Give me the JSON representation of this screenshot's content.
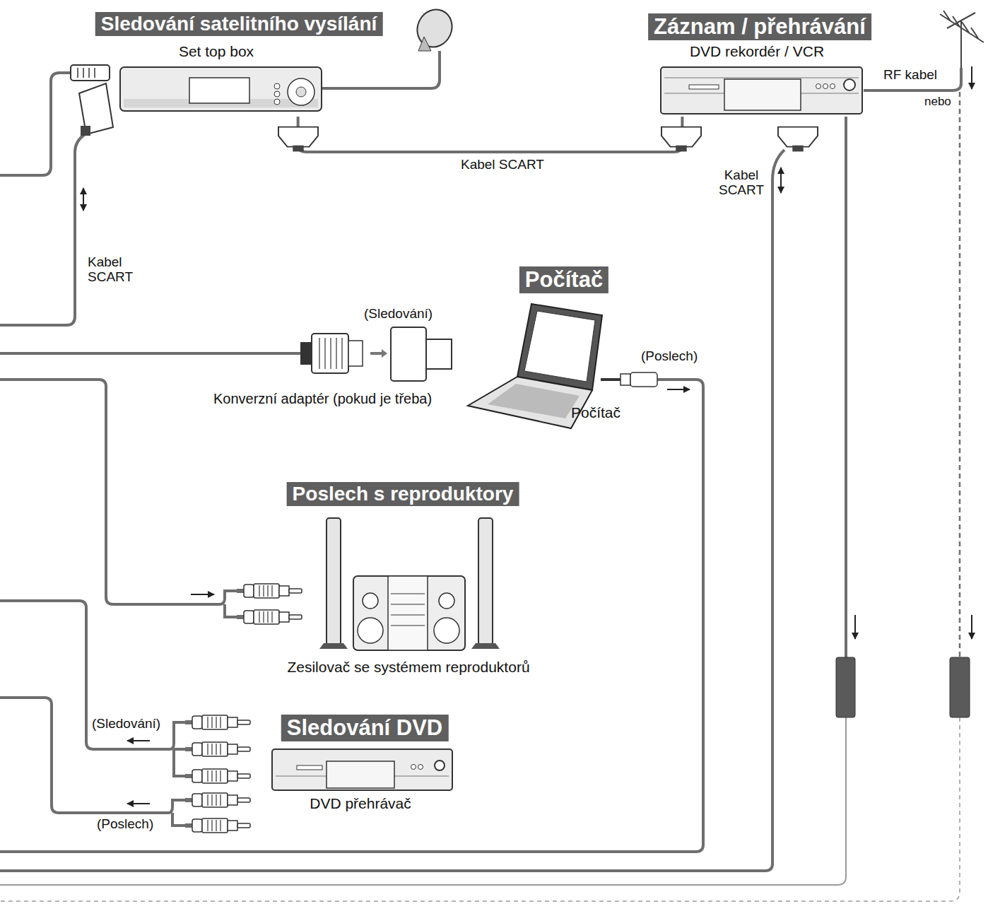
{
  "diagram": {
    "nodes": [
      {
        "text": [
          "Sledování satelitního vysílání"
        ]
      },
      {
        "text": [
          "Set top box"
        ]
      },
      {
        "text": [
          "Záznam / přehrávání"
        ]
      },
      {
        "text": [
          "DVD rekordér / VCR"
        ]
      },
      {
        "text": [
          "Počítač"
        ]
      },
      {
        "text": [
          "Počítač"
        ]
      },
      {
        "text": [
          "Poslech s reproduktory"
        ]
      },
      {
        "text": [
          "Zesilovač se systémem reproduktorů"
        ]
      },
      {
        "text": [
          "Sledování DVD"
        ]
      },
      {
        "text": [
          "DVD přehrávač"
        ]
      }
    ],
    "edges": [
      {
        "from": 1,
        "to": 3,
        "arrow": "none",
        "label": "Kabel SCART"
      }
    ],
    "labels": [
      "RF kabel",
      "nebo",
      "Kabel SCART",
      "Kabel SCART",
      "(Sledování)",
      "Konverzní adaptér (pokud je třeba)",
      "(Poslech)",
      "(Sledování)",
      "(Poslech)"
    ]
  }
}
